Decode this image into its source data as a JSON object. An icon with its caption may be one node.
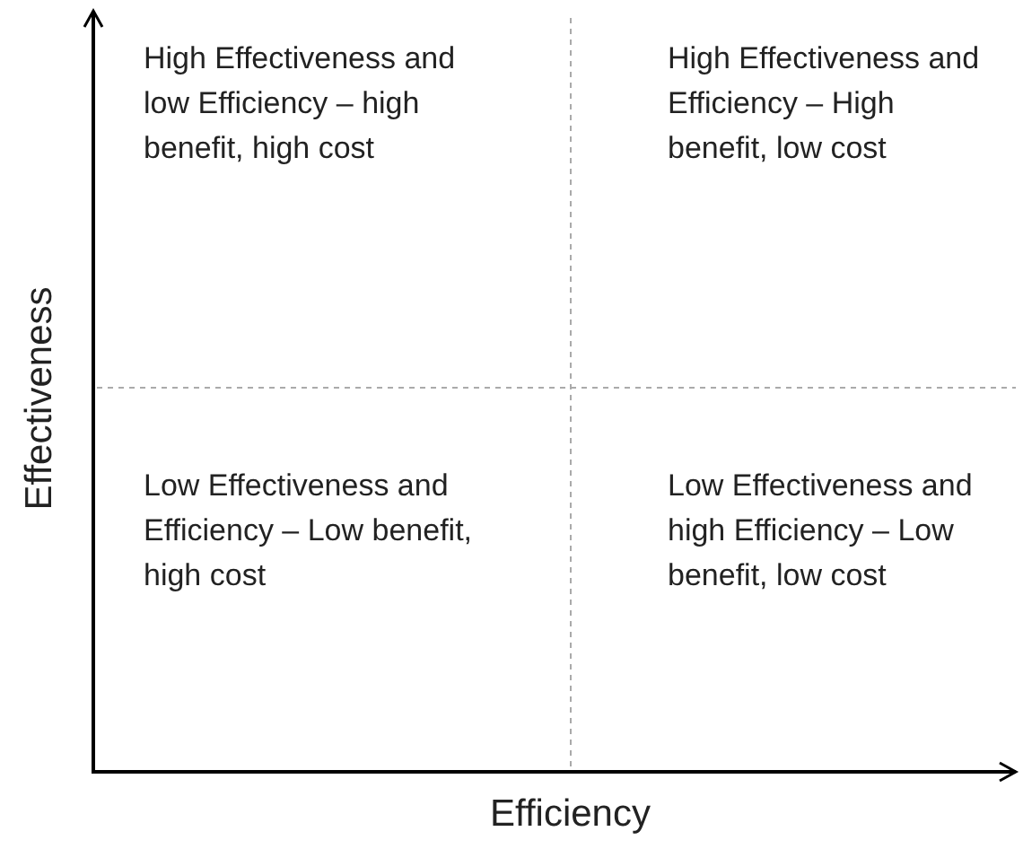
{
  "diagram": {
    "labels": [
      "High Effectiveness and low Efficiency – high benefit, high cost",
      "High Effectiveness and Efficiency – High benefit, low cost",
      "Low Effectiveness and Efficiency – Low benefit, high cost",
      "Low Effectiveness and high Efficiency – Low benefit, low cost",
      "Effectiveness",
      "Efficiency"
    ]
  }
}
